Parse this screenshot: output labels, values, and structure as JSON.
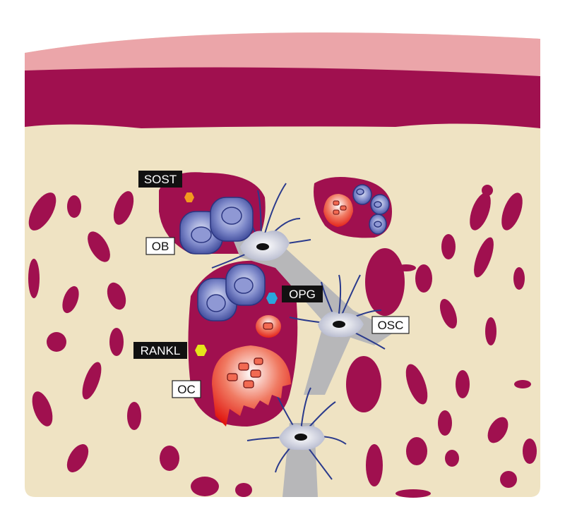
{
  "labels": {
    "sost": "SOST",
    "ob": "OB",
    "opg": "OPG",
    "osc": "OSC",
    "rankl": "RANKL",
    "oc": "OC"
  },
  "colors": {
    "bone_matrix": "#efe3c3",
    "bone_dark": "#a0104f",
    "periosteum": "#eba5a9",
    "osteoblast": "#6a78c0",
    "osteoclast": "#e02a1c",
    "osteocyte": "#c7c9d6",
    "sost": "#f29a1f",
    "opg": "#2aa6dc",
    "rankl": "#e5e51a"
  }
}
